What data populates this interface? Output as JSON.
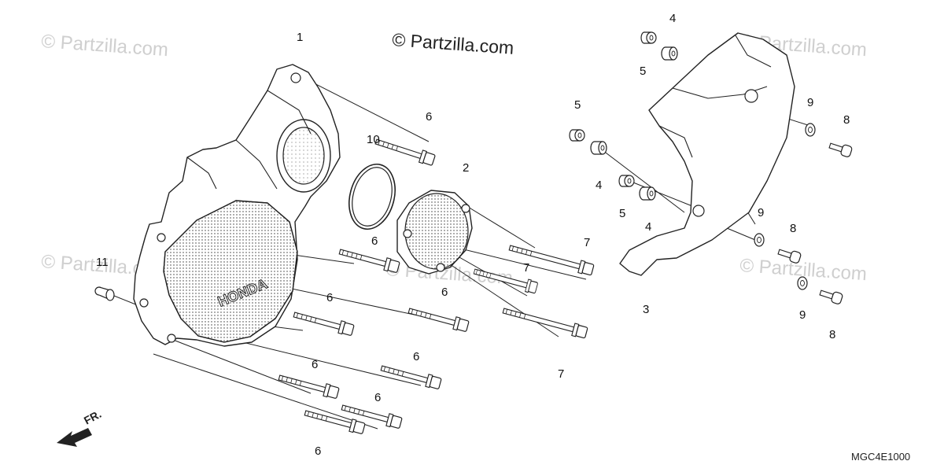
{
  "watermark": {
    "main": "© Partzilla.com",
    "repeat": "© Partzilla.com"
  },
  "diagram_code": "MGC4E1000",
  "direction": {
    "label": "FR."
  },
  "callouts": [
    "1",
    "2",
    "3",
    "4",
    "4",
    "4",
    "5",
    "5",
    "5",
    "6",
    "6",
    "6",
    "6",
    "6",
    "6",
    "6",
    "6",
    "7",
    "7",
    "7",
    "8",
    "8",
    "8",
    "9",
    "9",
    "9",
    "10",
    "11"
  ],
  "parts": {
    "left_cover": "left-crankcase-cover",
    "cover_mark": "HONDA"
  }
}
